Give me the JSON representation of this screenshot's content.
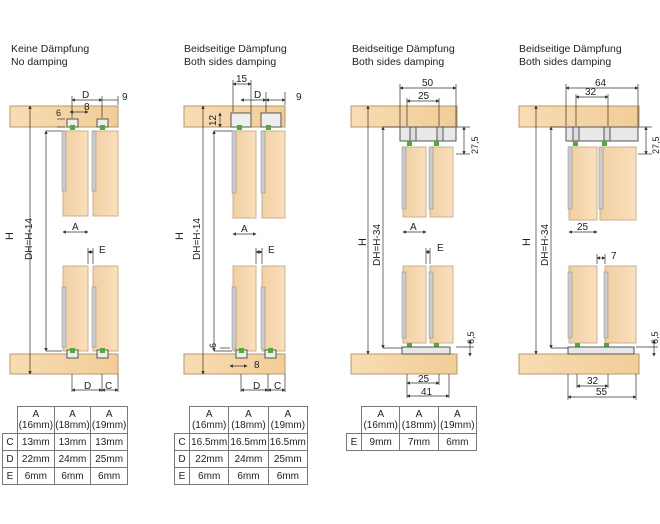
{
  "panels": [
    {
      "title_de": "Keine Dämpfung",
      "title_en": "No damping",
      "dims": {
        "gap": "8",
        "d": "D",
        "edge": "9",
        "top": "6",
        "height": "H",
        "door_height": "DH=H-14",
        "a": "A",
        "e": "E",
        "bottom_d": "D",
        "bottom_c": "C"
      }
    },
    {
      "title_de": "Beidseitige Dämpfung",
      "title_en": "Both sides damping",
      "dims": {
        "top_width": "15",
        "d": "D",
        "edge": "9",
        "rail": "12",
        "height": "H",
        "door_height": "DH=H-14",
        "a": "A",
        "e": "E",
        "bottom_six": "6",
        "bottom_eight": "8",
        "bottom_d": "D",
        "bottom_c": "C"
      }
    },
    {
      "title_de": "Beidseitige Dämpfung",
      "title_en": "Both sides damping",
      "dims": {
        "outer": "50",
        "inner": "25",
        "rail": "27,5",
        "height": "H",
        "door_height": "DH=H-34",
        "a": "A",
        "e": "E",
        "bottom_rail": "6,5",
        "bottom_inner": "25",
        "bottom_outer": "41"
      }
    },
    {
      "title_de": "Beidseitige Dämpfung",
      "title_en": "Both sides damping",
      "dims": {
        "outer": "64",
        "inner": "32",
        "rail": "27,5",
        "height": "H",
        "door_height": "DH=H-34",
        "door_width": "25",
        "gap": "7",
        "bottom_rail": "6,5",
        "bottom_inner": "32",
        "bottom_outer": "55"
      }
    }
  ],
  "tables": [
    {
      "headers": [
        "A\n(16mm)",
        "A\n(18mm)",
        "A\n(19mm)"
      ],
      "rows": [
        {
          "key": "C",
          "values": [
            "13mm",
            "13mm",
            "13mm"
          ]
        },
        {
          "key": "D",
          "values": [
            "22mm",
            "24mm",
            "25mm"
          ]
        },
        {
          "key": "E",
          "values": [
            "6mm",
            "6mm",
            "6mm"
          ]
        }
      ]
    },
    {
      "headers": [
        "A\n(16mm)",
        "A\n(18mm)",
        "A\n(19mm)"
      ],
      "rows": [
        {
          "key": "C",
          "values": [
            "16.5mm",
            "16.5mm",
            "16.5mm"
          ]
        },
        {
          "key": "D",
          "values": [
            "22mm",
            "24mm",
            "25mm"
          ]
        },
        {
          "key": "E",
          "values": [
            "6mm",
            "6mm",
            "6mm"
          ]
        }
      ]
    },
    {
      "headers": [
        "A\n(16mm)",
        "A\n(18mm)",
        "A\n(19mm)"
      ],
      "rows": [
        {
          "key": "E",
          "values": [
            "9mm",
            "7mm",
            "6mm"
          ]
        }
      ]
    }
  ],
  "colors": {
    "wood": "#f6d6a8",
    "wood_edge": "#b99769",
    "track": "#e8e8e8",
    "damper": "#4caf2f",
    "line": "#333333"
  }
}
